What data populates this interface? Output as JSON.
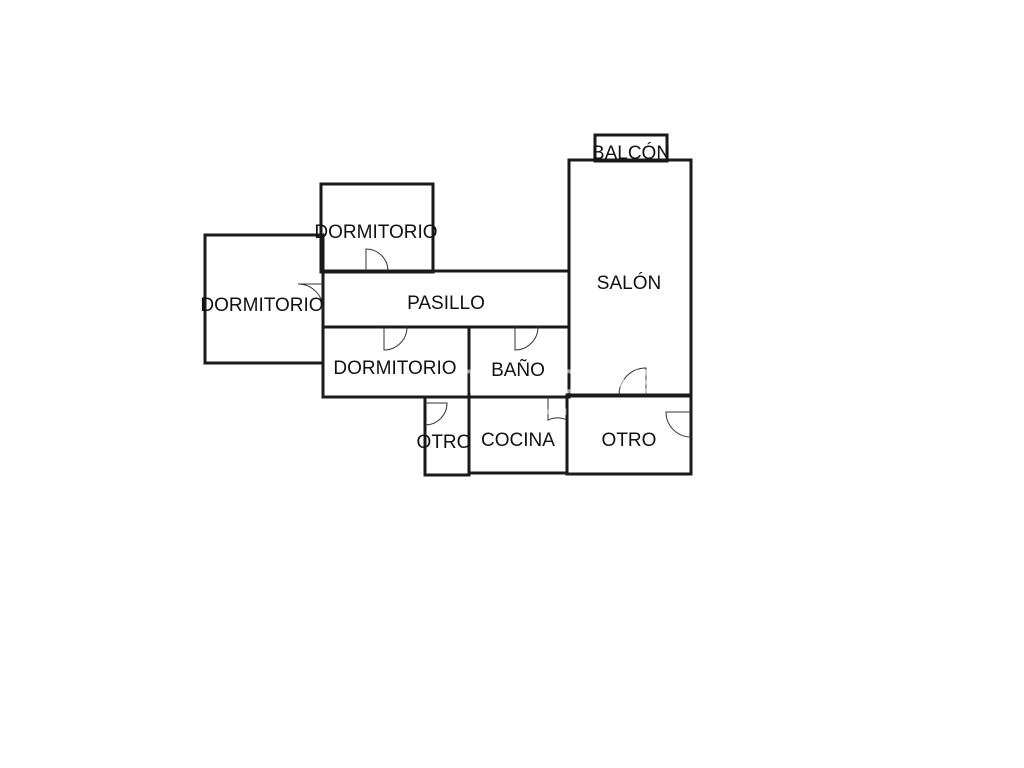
{
  "rooms": {
    "balcon": {
      "label": "BALCÓN",
      "color": "#a0621e"
    },
    "salon": {
      "label": "SALÓN",
      "color": "#ffff00"
    },
    "dormitorio_1": {
      "label": "DORMITORIO",
      "color": "#f8c8d2"
    },
    "dormitorio_2": {
      "label": "DORMITORIO",
      "color": "#f8c8d2"
    },
    "dormitorio_3": {
      "label": "DORMITORIO",
      "color": "#f8c8d2"
    },
    "pasillo": {
      "label": "PASILLO",
      "color": "#d4d4d4"
    },
    "bano": {
      "label": "BAÑO",
      "color": "#cfe4f8"
    },
    "cocina": {
      "label": "COCINA",
      "color": "#f5b800"
    },
    "otro_1": {
      "label": "OTRO",
      "color": "#d4d4d4"
    },
    "otro_2": {
      "label": "OTRO",
      "color": "#d4d4d4"
    }
  },
  "watermark": {
    "brand": "TECNOCASA",
    "tagline": "FRANCHISING NETWORK"
  }
}
